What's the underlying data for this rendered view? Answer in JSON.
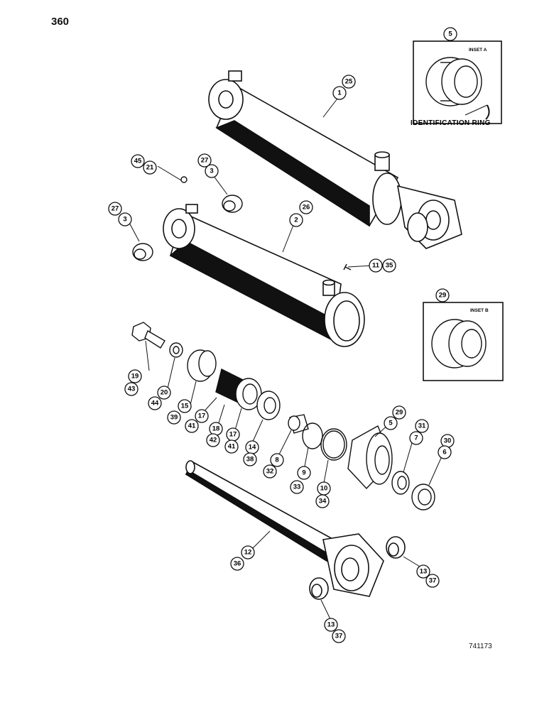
{
  "page_number": "360",
  "drawing_number": "741173",
  "inset_a": {
    "title": "INSET A",
    "callout": "5",
    "label": "IDENTIFICATION RING"
  },
  "inset_b": {
    "title": "INSET B",
    "callout": "29"
  },
  "callouts": [
    "25",
    "1",
    "45",
    "21",
    "27",
    "3",
    "27",
    "3",
    "26",
    "2",
    "11",
    "35",
    "19",
    "43",
    "20",
    "44",
    "15",
    "39",
    "17",
    "41",
    "18",
    "42",
    "17",
    "41",
    "14",
    "38",
    "8",
    "32",
    "9",
    "33",
    "10",
    "34",
    "29",
    "5",
    "31",
    "7",
    "30",
    "6",
    "12",
    "36",
    "13",
    "37",
    "13",
    "37"
  ]
}
